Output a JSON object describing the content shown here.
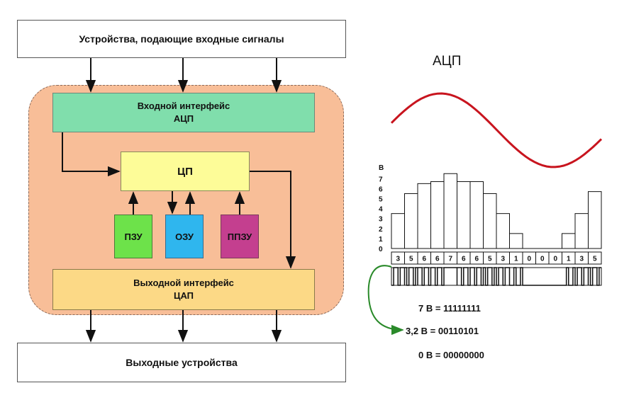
{
  "diagram": {
    "input_devices": "Устройства, подающие входные сигналы",
    "input_interface": {
      "line1": "Входной интерфейс",
      "line2": "АЦП"
    },
    "cpu": "ЦП",
    "rom": "ПЗУ",
    "ram": "ОЗУ",
    "prom": "ППЗУ",
    "output_interface": {
      "line1": "Выходной интерфейс",
      "line2": "ЦАП"
    },
    "output_devices": "Выходные устройства"
  },
  "adc": {
    "title": "АЦП",
    "codes": [
      "7 В = 11111111",
      "3,2 В = 00110101",
      "0 В = 00000000"
    ],
    "colors": {
      "wave": "#c8141e",
      "arrow": "#2a8a2a"
    }
  },
  "chart_data": {
    "type": "bar",
    "ylabel": "В",
    "yticks": [
      "0",
      "1",
      "2",
      "3",
      "4",
      "5",
      "6",
      "7"
    ],
    "ylim": [
      0,
      8
    ],
    "categories": [
      "3",
      "5",
      "6",
      "6",
      "7",
      "6",
      "6",
      "5",
      "3",
      "1",
      "0",
      "0",
      "0",
      "1",
      "3",
      "5"
    ],
    "values": [
      3.5,
      5.5,
      6.5,
      6.7,
      7.5,
      6.7,
      6.7,
      5.5,
      3.5,
      1.5,
      0,
      0,
      0,
      1.5,
      3.5,
      5.7
    ],
    "grid": false
  }
}
